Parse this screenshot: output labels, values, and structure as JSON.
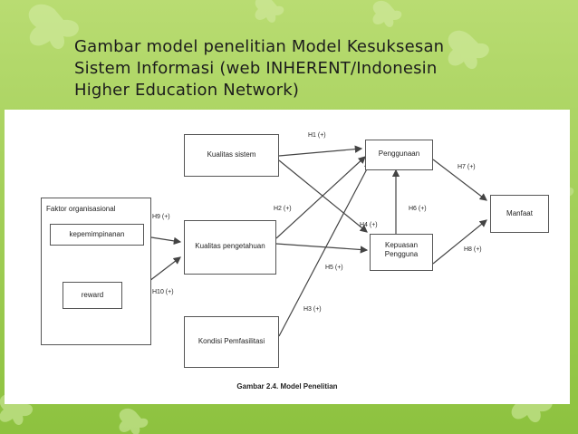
{
  "title": "Gambar model penelitian Model Kesuksesan\nSistem Informasi (web INHERENT/Indonesin\nHigher Education Network)",
  "diagram": {
    "nodes": {
      "faktor": "Faktor organisasional",
      "kepemimpinan": "kepemimpinanan",
      "reward": "reward",
      "kualitas_sistem": "Kualitas sistem",
      "kualitas_pengetahuan": "Kualitas pengetahuan",
      "kondisi": "Kondisi Pemfasilitasi",
      "penggunaan": "Penggunaan",
      "kepuasan": "Kepuasan\nPengguna",
      "manfaat": "Manfaat"
    },
    "hypotheses": {
      "h1": "H1 (+)",
      "h2": "H2 (+)",
      "h3": "H3 (+)",
      "h4": "H4 (+)",
      "h5": "H5 (+)",
      "h6": "H6 (+)",
      "h7": "H7 (+)",
      "h8": "H8 (+)",
      "h9": "H9 (+)",
      "h10": "H10 (+)"
    },
    "caption": "Gambar 2.4. Model Penelitian"
  }
}
